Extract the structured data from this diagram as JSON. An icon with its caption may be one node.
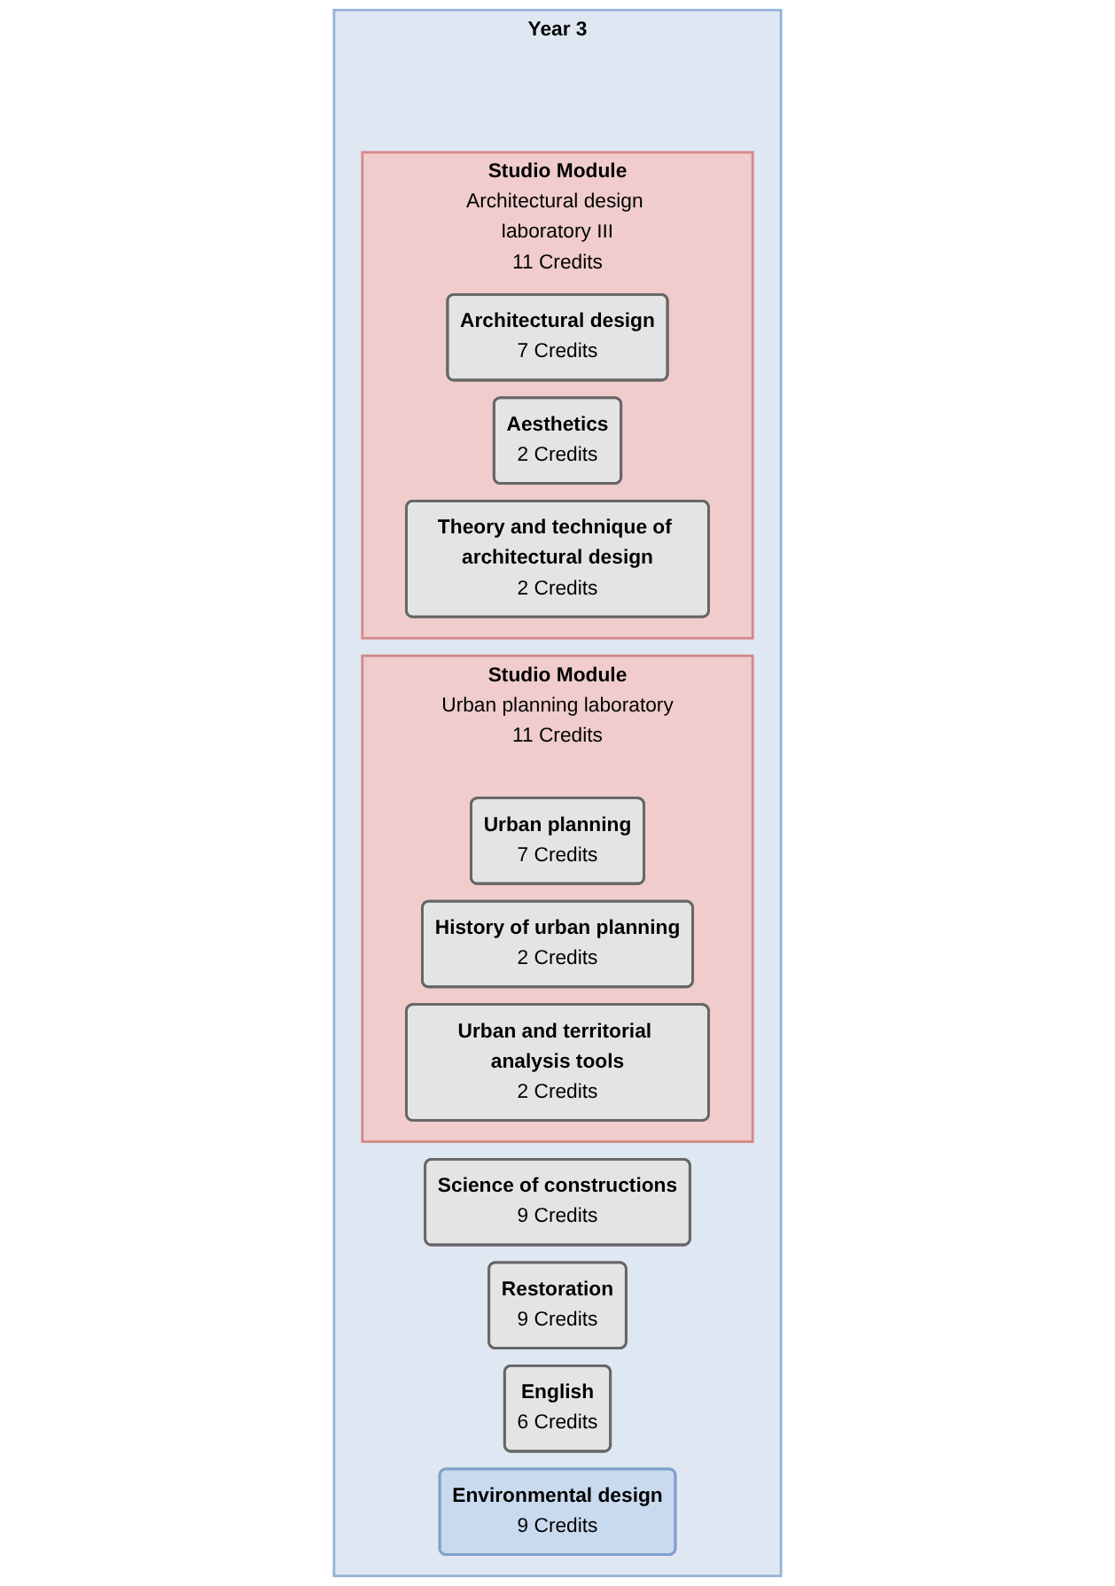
{
  "diagram": {
    "nodes": [
      {
        "text": [
          "Year 3"
        ]
      },
      {
        "text": [
          "Science of constructions",
          "9 Credits"
        ],
        "in": 0
      },
      {
        "text": [
          "Restoration",
          "9 Credits"
        ],
        "in": 0
      },
      {
        "text": [
          "English",
          "6 Credits"
        ],
        "in": 0
      },
      {
        "text": [
          "Studio Module",
          "Urban planning laboratory",
          "11 Credits"
        ],
        "in": 0
      },
      {
        "text": [
          "Urban planning",
          "7 Credits"
        ],
        "in": 4
      },
      {
        "text": [
          "History of urban planning",
          "2 Credits"
        ],
        "in": 4
      },
      {
        "text": [
          "Urban and territorial analysis tools",
          "2 Credits"
        ],
        "in": 4
      },
      {
        "text": [
          "Environmental design",
          "9 Credits"
        ],
        "in": 0
      },
      {
        "text": [
          "Studio Module",
          "Architectural design laboratory III",
          "11 Credits"
        ],
        "in": 0
      },
      {
        "text": [
          "Architectural design",
          "7 Credits"
        ],
        "in": 9
      },
      {
        "text": [
          "Aesthetics",
          "2 Credits"
        ],
        "in": 9
      },
      {
        "text": [
          "Theory and technique of architectural design",
          "2 Credits"
        ],
        "in": 9
      }
    ],
    "edges": []
  }
}
